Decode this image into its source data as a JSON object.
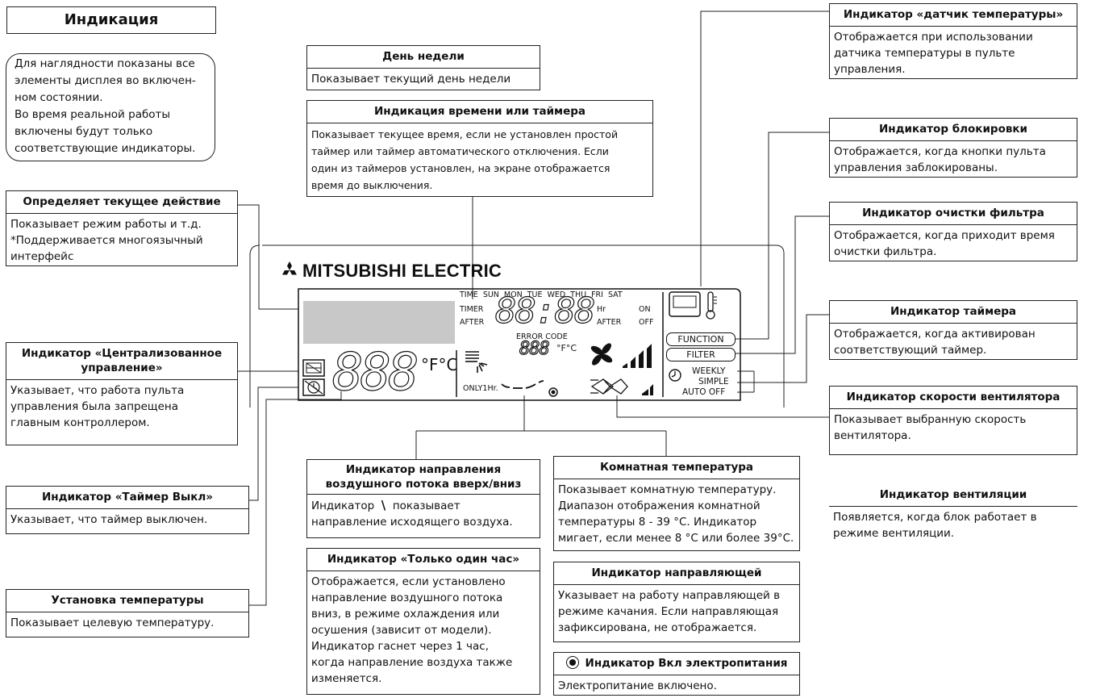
{
  "title": "Индикация",
  "note": {
    "lines": [
      "Для наглядности показаны все",
      "элементы дисплея во включен-",
      "ном состоянии.",
      "Во время реальной работы",
      "включены будут только",
      "соответствующие индикаторы."
    ]
  },
  "callouts": {
    "current_action": {
      "header": "Определяет текущее действие",
      "lines": [
        "Показывает режим работы и т.д.",
        "*Поддерживается многоязычный",
        "интерфейс"
      ]
    },
    "central": {
      "header_lines": [
        "Индикатор «Централизованное",
        "управление»"
      ],
      "lines": [
        "Указывает, что работа пульта",
        "управления была запрещена",
        "главным контроллером."
      ]
    },
    "timer_off": {
      "header": "Индикатор «Таймер Выкл»",
      "lines": [
        "Указывает, что таймер выключен."
      ]
    },
    "temp_set": {
      "header": "Установка температуры",
      "lines": [
        "Показывает целевую температуру."
      ]
    },
    "day": {
      "header": "День недели",
      "lines": [
        "Показывает текущий день недели"
      ]
    },
    "time": {
      "header": "Индикация времени или таймера",
      "lines": [
        "Показывает текущее время, если не установлен простой",
        "таймер или таймер автоматического отключения. Если",
        "один из таймеров установлен, на экране отображается",
        "время до выключения."
      ]
    },
    "sensor": {
      "header": "Индикатор «датчик температуры»",
      "lines": [
        "Отображается при использовании",
        "датчика температуры в пульте",
        "управления."
      ]
    },
    "lock": {
      "header": "Индикатор блокировки",
      "lines": [
        "Отображается, когда кнопки пульта",
        "управления заблокированы."
      ]
    },
    "filter": {
      "header": "Индикатор очистки фильтра",
      "lines": [
        "Отображается, когда приходит время",
        "очистки фильтра."
      ]
    },
    "timer": {
      "header": "Индикатор таймера",
      "lines": [
        "Отображается, когда активирован",
        "соответствующий таймер."
      ]
    },
    "fan": {
      "header": "Индикатор скорости вентилятора",
      "lines": [
        "Показывает выбранную скорость",
        "вентилятора."
      ]
    },
    "vent": {
      "header": "Индикатор вентиляции",
      "lines": [
        "Появляется, когда блок работает в",
        "режиме вентиляции."
      ]
    },
    "airflow": {
      "header_lines": [
        "Индикатор направления",
        "воздушного потока вверх/вниз"
      ],
      "line1_pre": "Индикатор",
      "line1_glyph": "\\",
      "line1_post": "показывает",
      "line2": "направление исходящего воздуха."
    },
    "onehour": {
      "header": "Индикатор «Только один час»",
      "lines": [
        "Отображается, если установлено",
        "направление воздушного потока",
        "вниз, в режиме охлаждения или",
        "осушения (зависит от модели).",
        "Индикатор гаснет через 1 час,",
        "когда направление воздуха также",
        "изменяется."
      ]
    },
    "room": {
      "header": "Комнатная температура",
      "lines": [
        "Показывает комнатную температуру.",
        "Диапазон отображения комнатной",
        "температуры 8 - 39 °C. Индикатор",
        "мигает, если менее 8 °C или более 39°C."
      ]
    },
    "vane": {
      "header": "Индикатор направляющей",
      "lines": [
        "Указывает на работу направляющей в",
        "режиме качания. Если направляющая",
        "зафиксирована, не отображается."
      ]
    },
    "power": {
      "header": "Индикатор Вкл электропитания",
      "lines": [
        "Электропитание включено."
      ]
    }
  },
  "panel": {
    "brand": "MITSUBISHI ELECTRIC",
    "days": [
      "TIME",
      "SUN",
      "MON",
      "TUE",
      "WED",
      "THU",
      "FRI",
      "SAT"
    ],
    "timer_label": "TIMER",
    "after_label": "AFTER",
    "hr_label": "Hr",
    "on_label": "ON",
    "after2_label": "AFTER",
    "off_label": "OFF",
    "time_digits": "88:88",
    "error_code_label": "ERROR CODE",
    "error_digits": "888",
    "error_unit": "°F°C",
    "temp_digits": "888",
    "temp_unit": "°F°C",
    "only1hr": "ONLY1Hr.",
    "function_label": "FUNCTION",
    "filter_label": "FILTER",
    "weekly": "WEEKLY",
    "simple": "SIMPLE",
    "auto_off": "AUTO OFF"
  }
}
